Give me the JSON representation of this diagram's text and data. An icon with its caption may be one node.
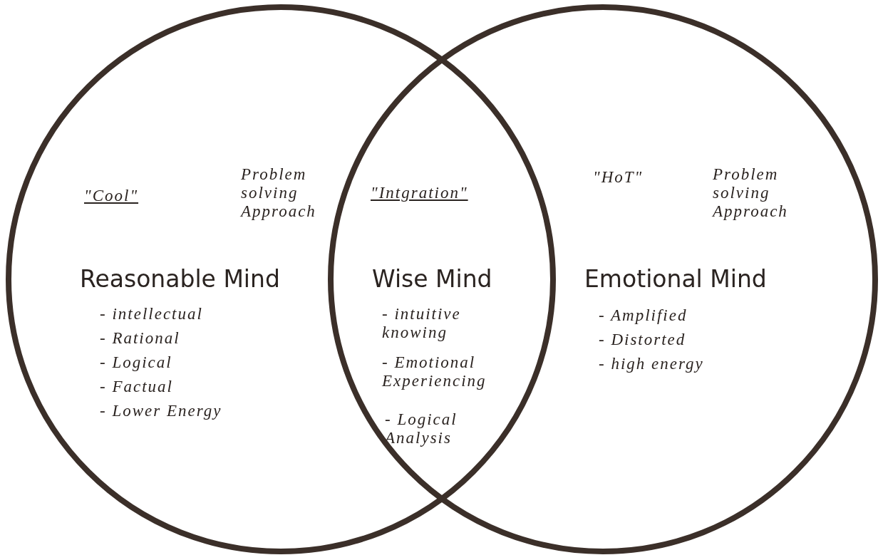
{
  "diagram": {
    "nodes": [
      {
        "text": [
          "\"Cool\"",
          "Problem solving Approach",
          "Reasonable Mind",
          "- intellectual",
          "- Rational",
          "- Logical",
          "- Factual",
          "- Lower Energy"
        ]
      },
      {
        "text": [
          "\"Intgration\"",
          "Wise Mind",
          "- intuitive knowing",
          "- Emotional Experiencing",
          "- Logical Analysis"
        ]
      },
      {
        "text": [
          "\"HoT\"",
          "Problem solving Approach",
          "Emotional Mind",
          "- Amplified",
          "- Distorted",
          "- high energy"
        ]
      }
    ]
  }
}
